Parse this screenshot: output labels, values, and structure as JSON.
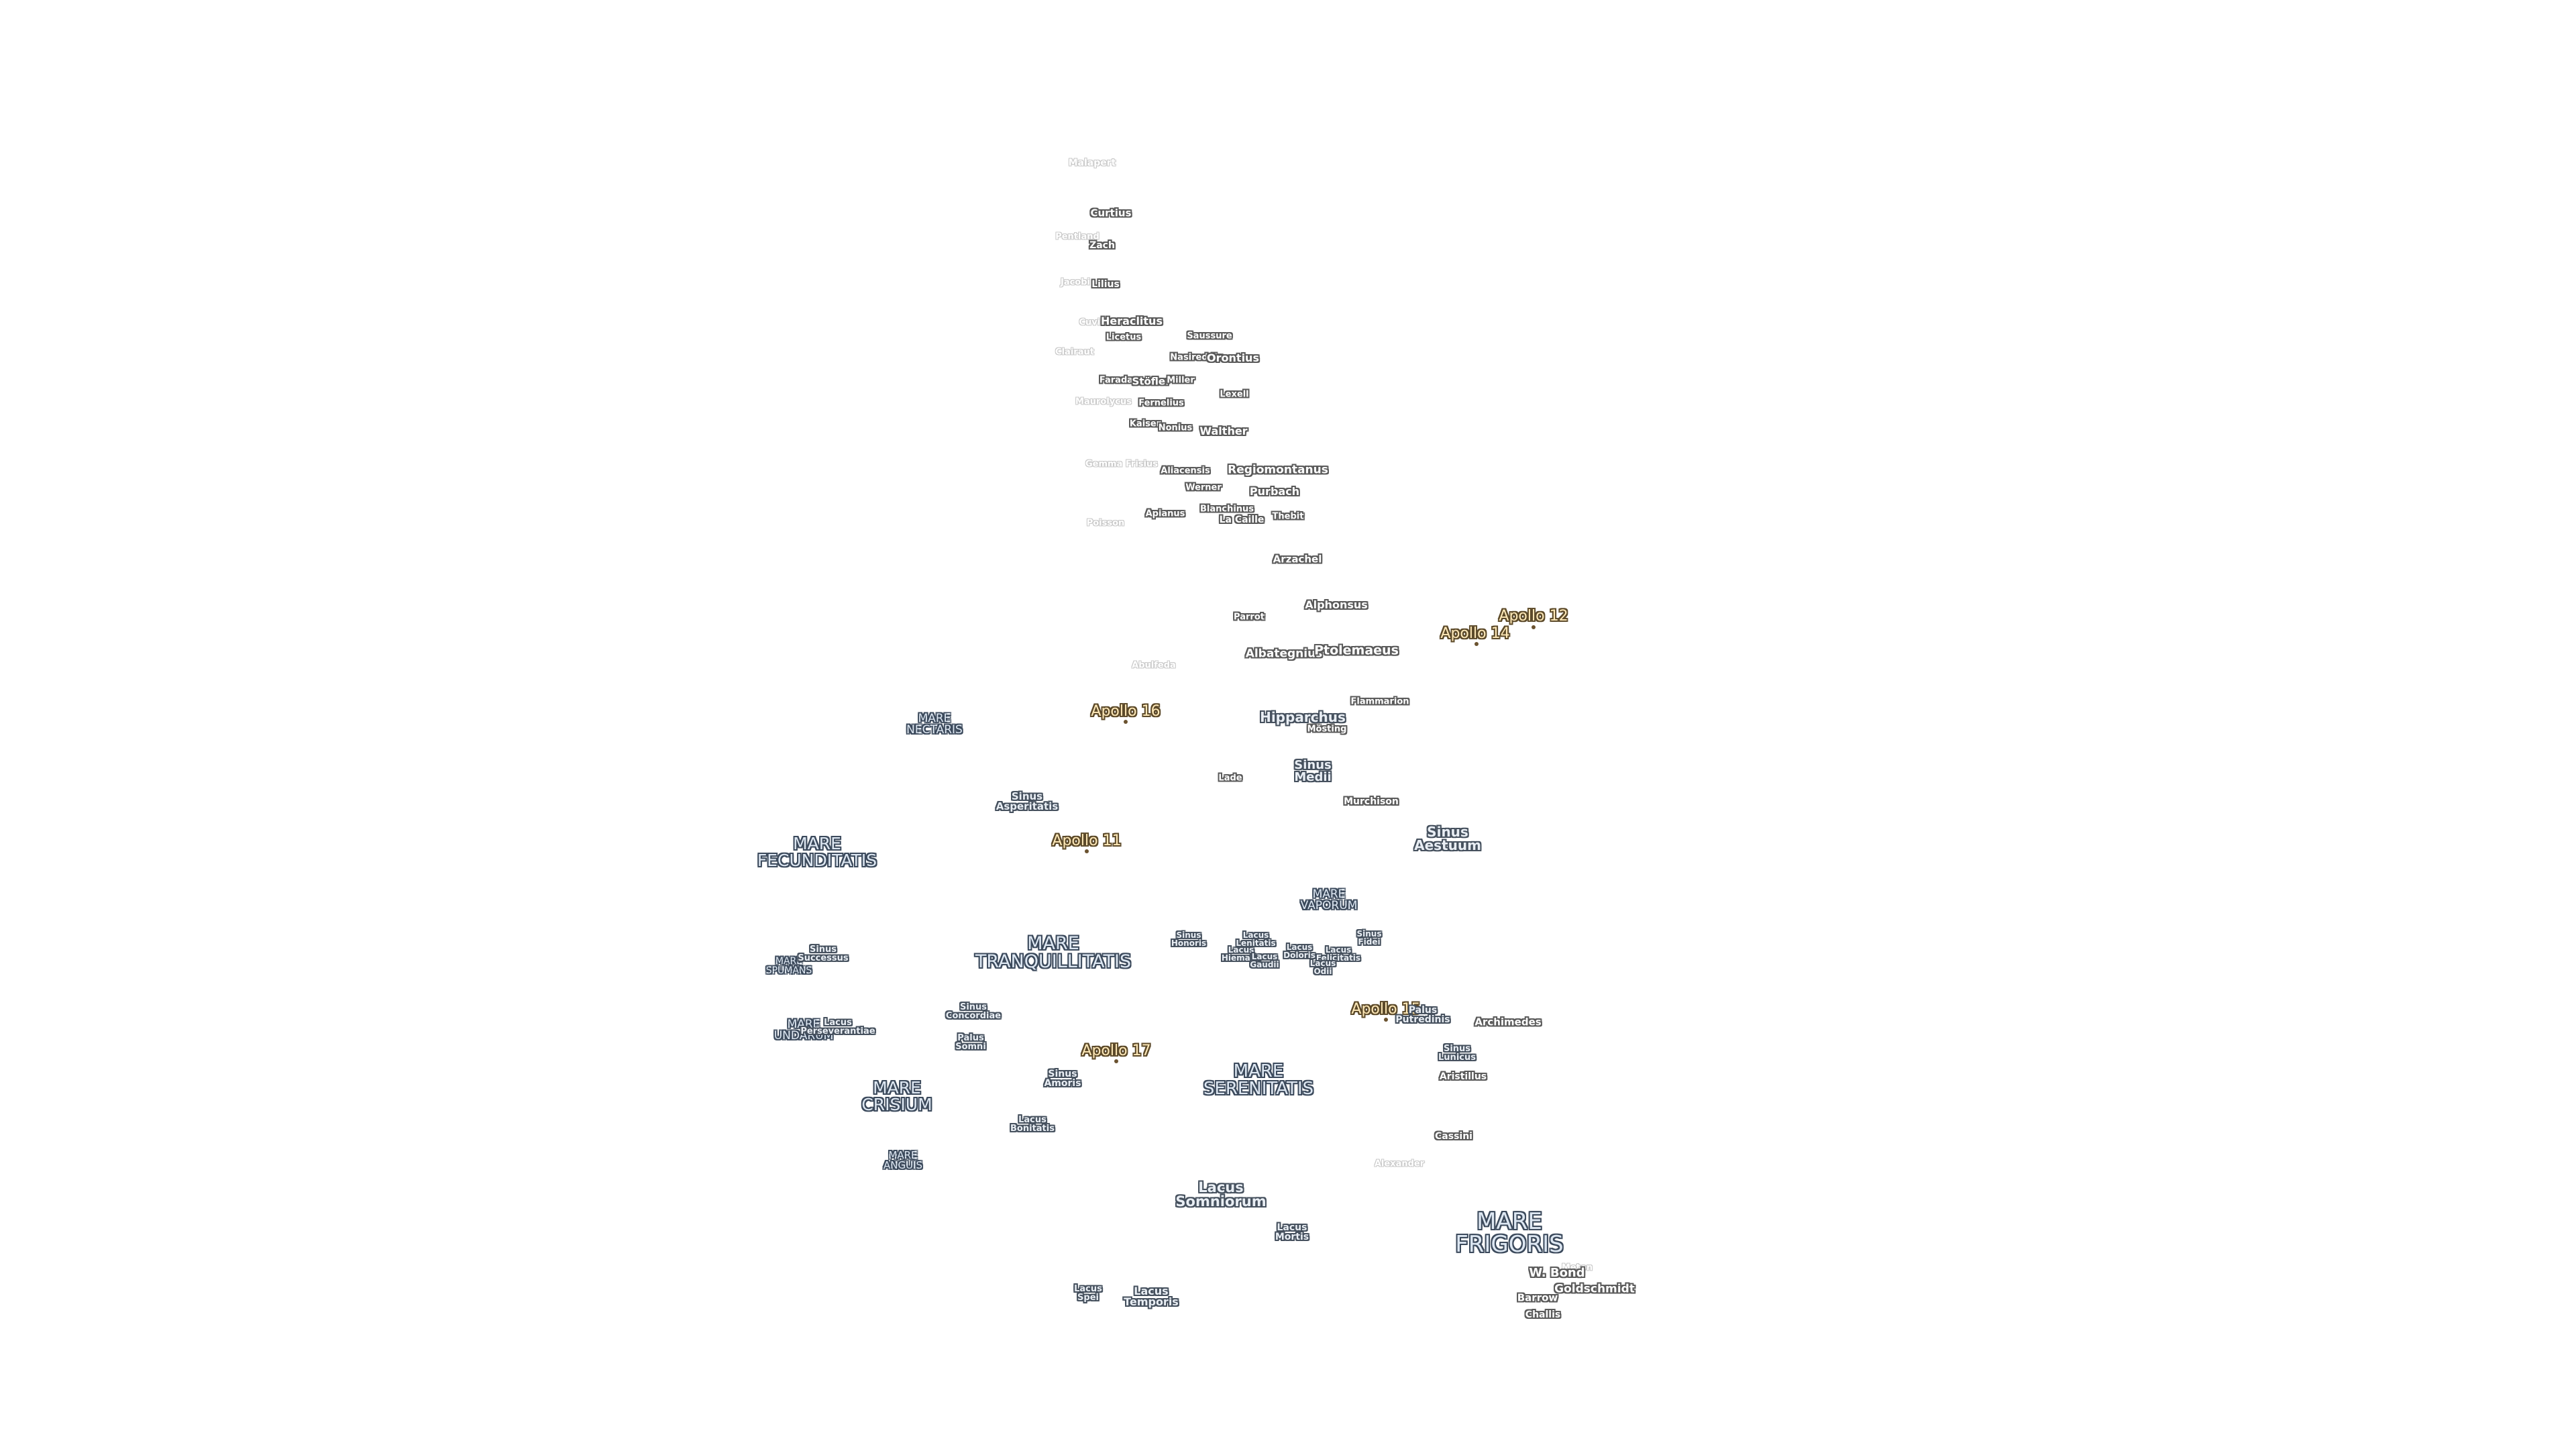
{
  "map": {
    "labels": {
      "malapert": {
        "text": "Malapert"
      },
      "curtius": {
        "text": "Curtius"
      },
      "pentland": {
        "text": "Pentland"
      },
      "zach": {
        "text": "Zach"
      },
      "jacobi": {
        "text": "Jacobi"
      },
      "lilius": {
        "text": "Lilius"
      },
      "cuvier": {
        "text": "Cuvier"
      },
      "heraclitus": {
        "text": "Heraclitus"
      },
      "licetus": {
        "text": "Licetus"
      },
      "saussure": {
        "text": "Saussure"
      },
      "clairaut": {
        "text": "Clairaut"
      },
      "nasireddin": {
        "text": "Nasireddin"
      },
      "orontius": {
        "text": "Orontius"
      },
      "faraday": {
        "text": "Faraday"
      },
      "stofler": {
        "text": "Stöfler"
      },
      "miller": {
        "text": "Miller"
      },
      "lexell": {
        "text": "Lexell"
      },
      "maurolycus": {
        "text": "Maurolycus"
      },
      "fernelius": {
        "text": "Fernelius"
      },
      "kaiser": {
        "text": "Kaiser"
      },
      "nonius": {
        "text": "Nonius"
      },
      "walther": {
        "text": "Walther"
      },
      "gemma_frisius": {
        "text": "Gemma Frisius"
      },
      "aliacensis": {
        "text": "Aliacensis"
      },
      "regiomontanus": {
        "text": "Regiomontanus"
      },
      "werner": {
        "text": "Werner"
      },
      "purbach": {
        "text": "Purbach"
      },
      "apianus": {
        "text": "Apianus"
      },
      "blanchinus": {
        "text": "Blanchinus"
      },
      "la_caille": {
        "text": "La Caille"
      },
      "thebit": {
        "text": "Thebit"
      },
      "poisson": {
        "text": "Poisson"
      },
      "arzachel": {
        "text": "Arzachel"
      },
      "alphonsus": {
        "text": "Alphonsus"
      },
      "parrot": {
        "text": "Parrot"
      },
      "albategnius": {
        "text": "Albategnius"
      },
      "ptolemaeus": {
        "text": "Ptolemaeus"
      },
      "abulfeda": {
        "text": "Abulfeda"
      },
      "flammarion": {
        "text": "Flammarion"
      },
      "hipparchus": {
        "text": "Hipparchus"
      },
      "mosting": {
        "text": "Mösting"
      },
      "lade": {
        "text": "Lade"
      },
      "murchison": {
        "text": "Murchison"
      },
      "archimedes": {
        "text": "Archimedes"
      },
      "aristillus": {
        "text": "Aristillus"
      },
      "cassini": {
        "text": "Cassini"
      },
      "alexander": {
        "text": "Alexander"
      },
      "w_bond": {
        "text": "W. Bond"
      },
      "goldschmidt": {
        "text": "Goldschmidt"
      },
      "barrow": {
        "text": "Barrow"
      },
      "challis": {
        "text": "Challis"
      },
      "meton": {
        "text": "Meton"
      },
      "apollo_12": {
        "text": "Apollo 12"
      },
      "apollo_14": {
        "text": "Apollo 14"
      },
      "apollo_16": {
        "text": "Apollo 16"
      },
      "apollo_11": {
        "text": "Apollo 11"
      },
      "apollo_17": {
        "text": "Apollo 17"
      },
      "apollo_15": {
        "text": "Apollo 15"
      },
      "mare_nectaris": {
        "lines": [
          "MARE",
          "NECTARIS"
        ]
      },
      "mare_fecunditatis": {
        "lines": [
          "MARE",
          "FECUNDITATIS"
        ]
      },
      "mare_tranquillitatis": {
        "lines": [
          "MARE",
          "TRANQUILLITATIS"
        ]
      },
      "mare_vaporum": {
        "lines": [
          "MARE",
          "VAPORUM"
        ]
      },
      "mare_spumans": {
        "lines": [
          "MARE",
          "SPUMANS"
        ]
      },
      "mare_undarum": {
        "lines": [
          "MARE",
          "UNDARUM"
        ]
      },
      "mare_crisium": {
        "lines": [
          "MARE",
          "CRISIUM"
        ]
      },
      "mare_serenitatis": {
        "lines": [
          "MARE",
          "SERENITATIS"
        ]
      },
      "mare_anguis": {
        "lines": [
          "MARE",
          "ANGUIS"
        ]
      },
      "mare_frigoris": {
        "lines": [
          "MARE",
          "FRIGORIS"
        ]
      },
      "sinus_asperitatis": {
        "lines": [
          "Sinus",
          "Asperitatis"
        ]
      },
      "sinus_medii": {
        "lines": [
          "Sinus",
          "Medii"
        ]
      },
      "sinus_aestuum": {
        "lines": [
          "Sinus",
          "Aestuum"
        ]
      },
      "sinus_successus": {
        "lines": [
          "Sinus",
          "Successus"
        ]
      },
      "sinus_honoris": {
        "lines": [
          "Sinus",
          "Honoris"
        ]
      },
      "lacus_lenitatis": {
        "lines": [
          "Lacus",
          "Lenitatis"
        ]
      },
      "lacus_hiemalis": {
        "lines": [
          "Lacus",
          "Hiemalis"
        ]
      },
      "lacus_gaudii": {
        "lines": [
          "Lacus",
          "Gaudii"
        ]
      },
      "lacus_doloris": {
        "lines": [
          "Lacus",
          "Doloris"
        ]
      },
      "lacus_felicitatis": {
        "lines": [
          "Lacus",
          "Felicitatis"
        ]
      },
      "lacus_odii": {
        "lines": [
          "Lacus",
          "Odii"
        ]
      },
      "sinus_fidei": {
        "lines": [
          "Sinus",
          "Fidei"
        ]
      },
      "sinus_concordiae": {
        "lines": [
          "Sinus",
          "Concordiae"
        ]
      },
      "lacus_perseverantiae": {
        "lines": [
          "Lacus",
          "Perseverantiae"
        ]
      },
      "palus_somni": {
        "lines": [
          "Palus",
          "Somni"
        ]
      },
      "palus_putredinis": {
        "lines": [
          "Palus",
          "Putredinis"
        ]
      },
      "sinus_lunicus": {
        "lines": [
          "Sinus",
          "Lunicus"
        ]
      },
      "sinus_amoris": {
        "lines": [
          "Sinus",
          "Amoris"
        ]
      },
      "lacus_bonitatis": {
        "lines": [
          "Lacus",
          "Bonitatis"
        ]
      },
      "lacus_somniorum": {
        "lines": [
          "Lacus",
          "Somniorum"
        ]
      },
      "lacus_mortis": {
        "lines": [
          "Lacus",
          "Mortis"
        ]
      },
      "lacus_spei": {
        "lines": [
          "Lacus",
          "Spei"
        ]
      },
      "lacus_temporis": {
        "lines": [
          "Lacus",
          "Temporis"
        ]
      }
    }
  }
}
